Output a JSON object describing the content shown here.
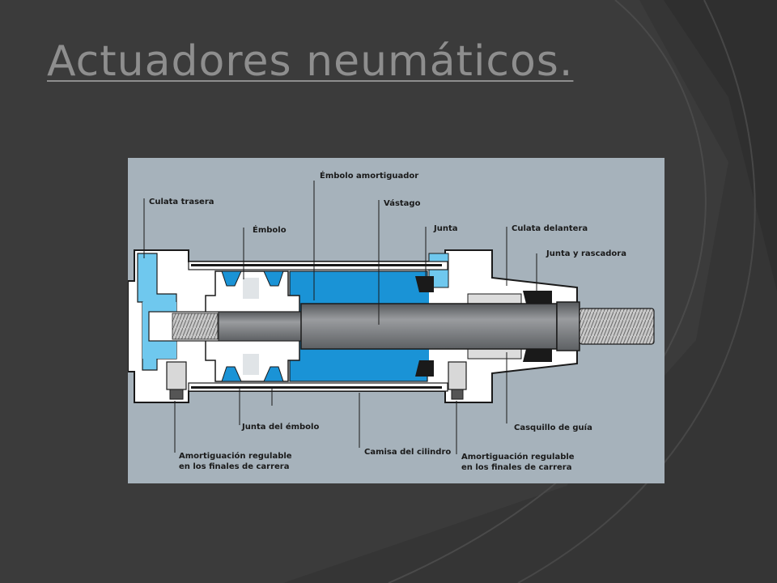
{
  "slide": {
    "title": "Actuadores neumáticos."
  },
  "diagram": {
    "labels": {
      "embolo_amortiguador": "Émbolo amortiguador",
      "culata_trasera": "Culata trasera",
      "vastago": "Vástago",
      "embolo": "Émbolo",
      "junta": "Junta",
      "culata_delantera": "Culata delantera",
      "junta_rascadora": "Junta y rascadora",
      "junta_embolo": "Junta del émbolo",
      "casquillo_guia": "Casquillo de guía",
      "amort_izq_l1": "Amortiguación  regulable",
      "amort_izq_l2": "en los finales de carrera",
      "camisa": "Camisa del cilindro",
      "amort_der_l1": "Amortiguación regulable",
      "amort_der_l2": "en los finales de carrera"
    },
    "colors": {
      "background": "#a6b2bb",
      "air_light": "#6fc8ee",
      "air_dark": "#1a93d6",
      "metal": "#ffffff",
      "rod": "#77797c"
    }
  }
}
